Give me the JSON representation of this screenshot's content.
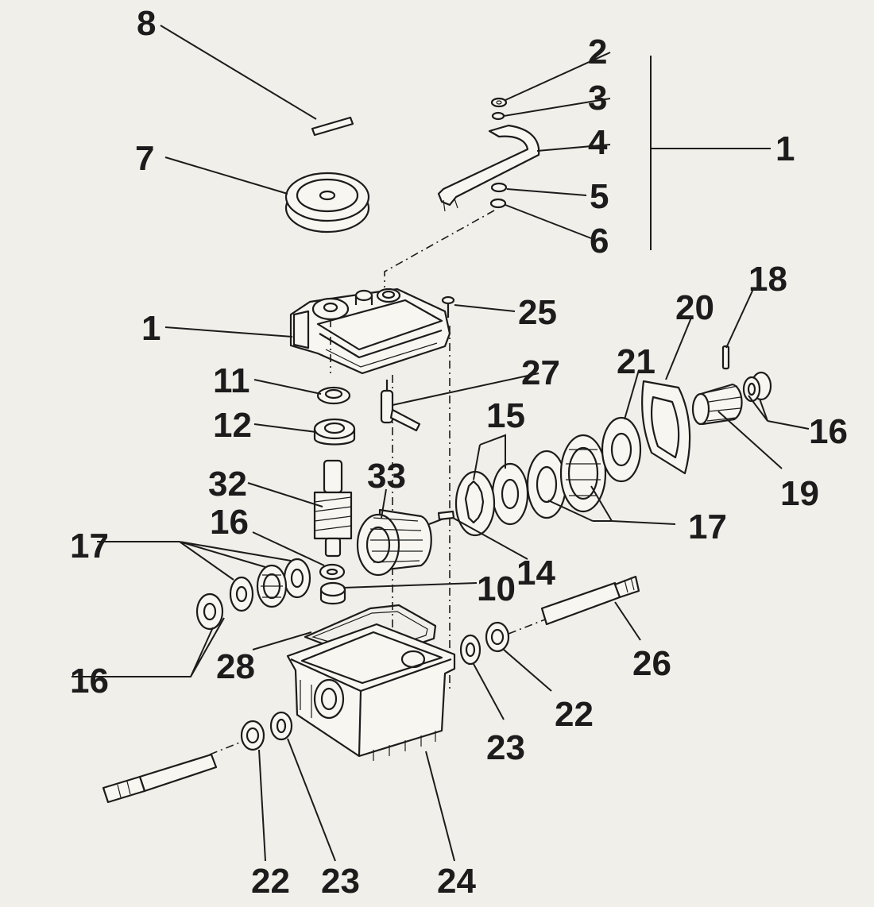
{
  "labels": {
    "l8": "8",
    "l2": "2",
    "l3": "3",
    "l4": "4",
    "l1a": "1",
    "l7": "7",
    "l5": "5",
    "l6": "6",
    "l1b": "1",
    "l25": "25",
    "l18": "18",
    "l20": "20",
    "l11": "11",
    "l27": "27",
    "l21": "21",
    "l12": "12",
    "l15": "15",
    "l16a": "16",
    "l32": "32",
    "l33": "33",
    "l16b": "16",
    "l17a": "17",
    "l19": "19",
    "l17b": "17",
    "l14": "14",
    "l10": "10",
    "l26": "26",
    "l28": "28",
    "l16c": "16",
    "l22a": "22",
    "l23a": "23",
    "l22b": "22",
    "l23b": "23",
    "l24": "24"
  }
}
